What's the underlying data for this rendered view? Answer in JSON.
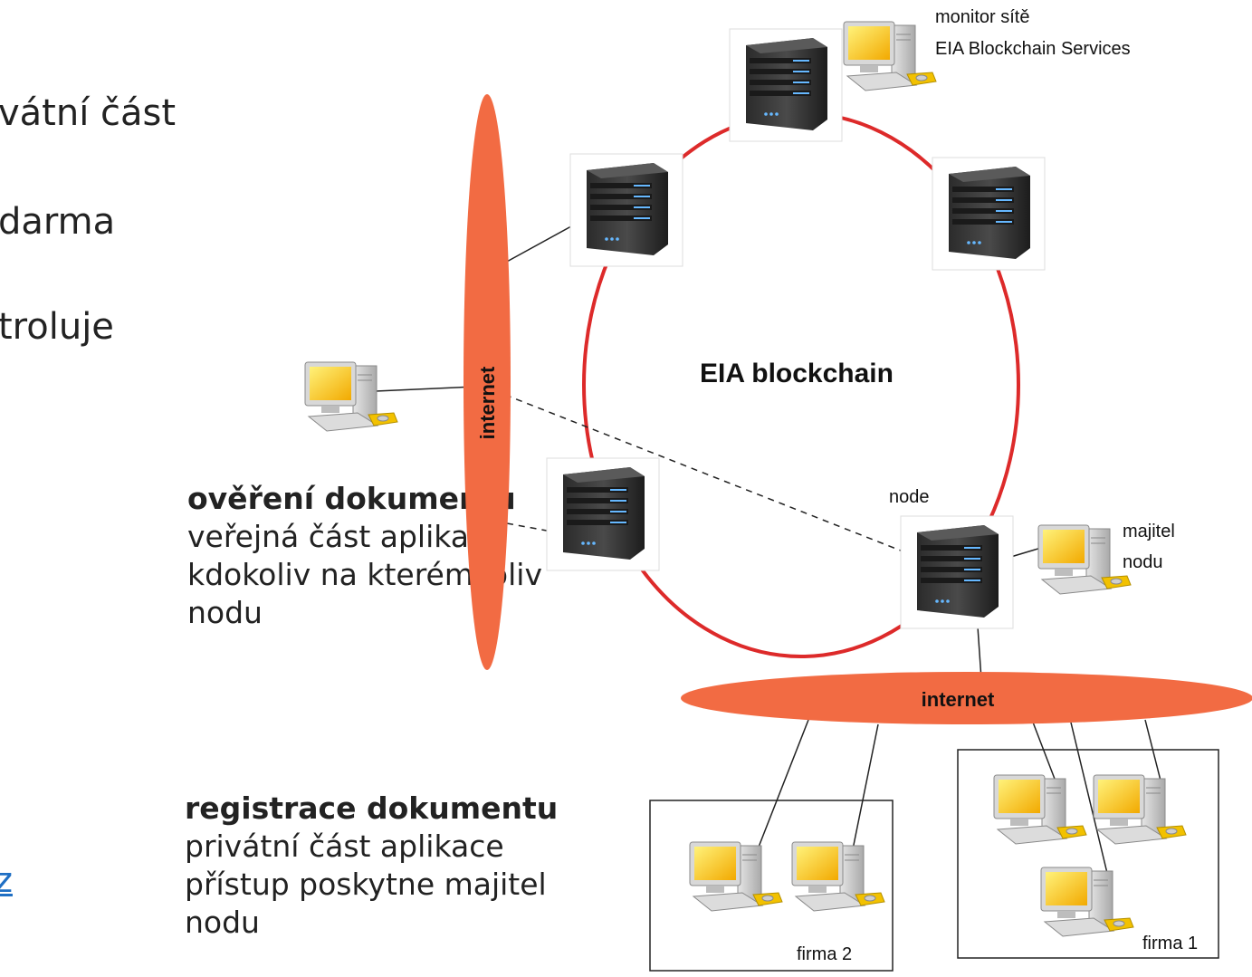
{
  "slide_text": {
    "line1": "vátní část",
    "line2": "darma",
    "line3": "troluje",
    "link_fragment": "z"
  },
  "verify_block": {
    "title": "ověření dokumentu",
    "line1": "veřejná část aplikace",
    "line2": "kdokoliv na kterémkoliv",
    "line3": "nodu"
  },
  "register_block": {
    "title": "registrace dokumentu",
    "line1": "privátní část aplikace",
    "line2": "přístup poskytne majitel",
    "line3": "nodu"
  },
  "diagram": {
    "ring_label": "EIA blockchain",
    "internet_vertical": "internet",
    "internet_horizontal": "internet",
    "monitor_line1": "monitor sítě",
    "monitor_line2": "EIA Blockchain Services",
    "node_label": "node",
    "owner_line1": "majitel",
    "owner_line2": "nodu",
    "firma1": "firma 1",
    "firma2": "firma 2"
  },
  "colors": {
    "ring": "#dd2a2a",
    "internet": "#f26b43",
    "link": "#1f6fc4"
  }
}
